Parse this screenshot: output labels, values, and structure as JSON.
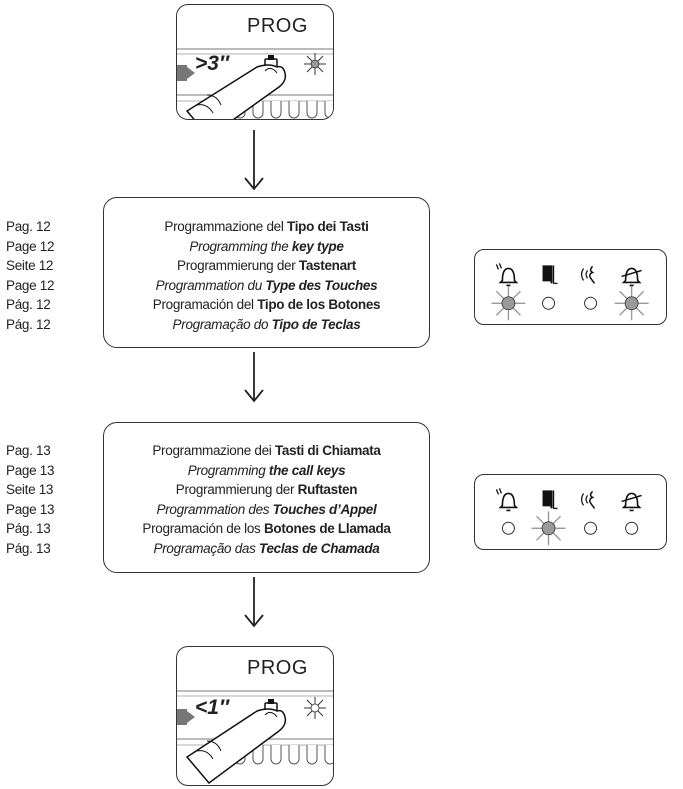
{
  "devices": [
    {
      "prog_label": "PROG",
      "timer_label": ">3″"
    },
    {
      "prog_label": "PROG",
      "timer_label": "<1″"
    }
  ],
  "steps": [
    {
      "pages": [
        "Pag. 12",
        "Page 12",
        "Seite 12",
        "Page 12",
        "Pág. 12",
        "Pág. 12"
      ],
      "lines": [
        {
          "pre": "Programmazione del ",
          "bold": "Tipo dei Tasti",
          "italic": false
        },
        {
          "pre": "Programming the ",
          "bold": "key type",
          "italic": true
        },
        {
          "pre": "Programmierung der ",
          "bold": "Tastenart",
          "italic": false
        },
        {
          "pre": "Programmation du ",
          "bold": "Type des Touches",
          "italic": true
        },
        {
          "pre": "Programación del ",
          "bold": "Tipo de los Botones",
          "italic": false
        },
        {
          "pre": "Programação do ",
          "bold": "Tipo de Teclas",
          "italic": true
        }
      ],
      "leds": [
        "blinking",
        "off",
        "off",
        "blinking"
      ]
    },
    {
      "pages": [
        "Pag. 13",
        "Page 13",
        "Seite 13",
        "Page 13",
        "Pág. 13",
        "Pág. 13"
      ],
      "lines": [
        {
          "pre": "Programmazione dei ",
          "bold": "Tasti di Chiamata",
          "italic": false
        },
        {
          "pre": "Programming ",
          "bold": "the call keys",
          "italic": true
        },
        {
          "pre": "Programmierung der ",
          "bold": "Ruftasten",
          "italic": false
        },
        {
          "pre": "Programmation des ",
          "bold": "Touches d’Appel",
          "italic": true
        },
        {
          "pre": "Programación de los ",
          "bold": "Botones de Llamada",
          "italic": false
        },
        {
          "pre": "Programação das ",
          "bold": "Teclas de Chamada",
          "italic": true
        }
      ],
      "leds": [
        "off",
        "blinking",
        "off",
        "off"
      ]
    }
  ],
  "led_icons": [
    "bell-ring-icon",
    "door-icon",
    "intercom-icon",
    "bell-mute-icon"
  ],
  "colors": {
    "line": "#333333",
    "led_on": "#9a9a9a",
    "led_off": "#ffffff"
  }
}
